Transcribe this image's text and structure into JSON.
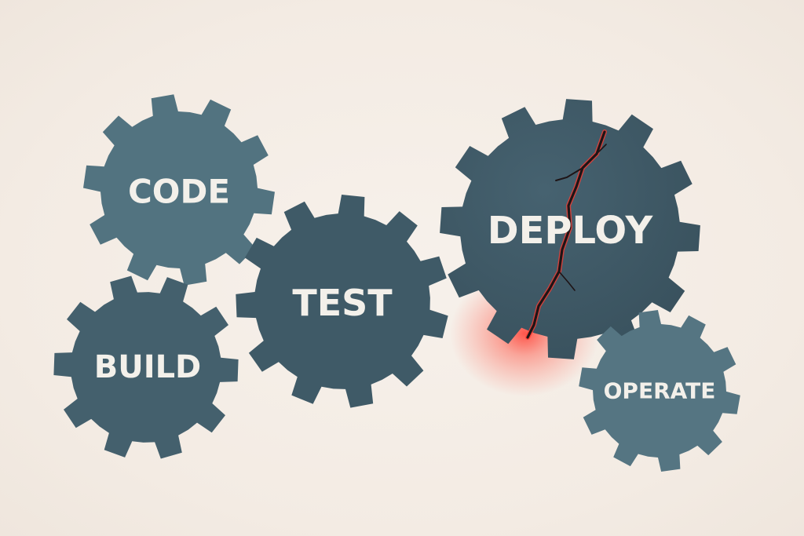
{
  "colors": {
    "background": "#f4ede6",
    "gear_dark": "#3f5966",
    "gear_light": "#4f6e7b",
    "label": "#f3f0ea",
    "crack_glow": "#ff3b30"
  },
  "gears": [
    {
      "id": "code",
      "label": "CODE",
      "shade": "#527380",
      "cracked": false
    },
    {
      "id": "build",
      "label": "BUILD",
      "shade": "#44606d",
      "cracked": false
    },
    {
      "id": "test",
      "label": "TEST",
      "shade": "#3f5a67",
      "cracked": false
    },
    {
      "id": "deploy",
      "label": "DEPLOY",
      "shade": "#405a67",
      "cracked": true
    },
    {
      "id": "operate",
      "label": "OPERATE",
      "shade": "#557582",
      "cracked": false
    }
  ]
}
